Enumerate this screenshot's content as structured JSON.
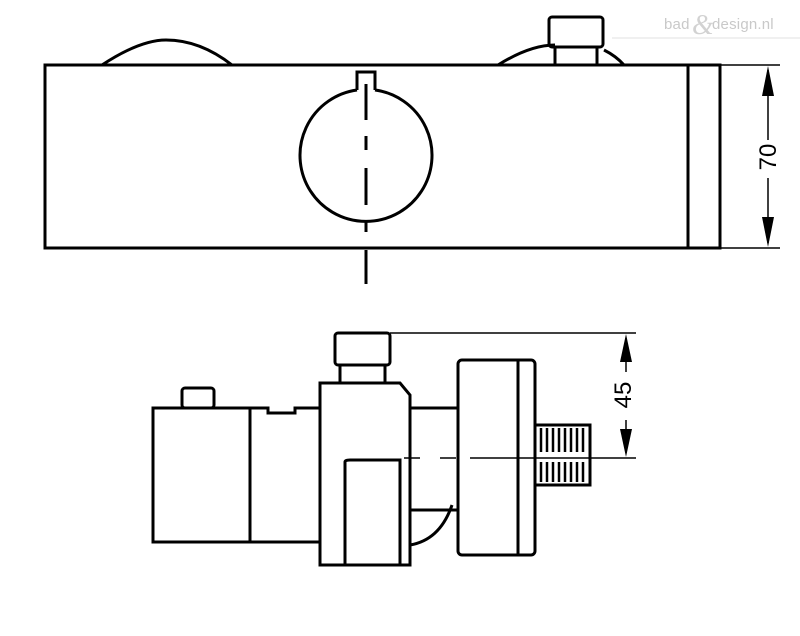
{
  "watermark": {
    "left": "bad",
    "ampersand": "&",
    "right": "design.nl"
  },
  "dimensions": {
    "height_top_view": "70",
    "depth_side_view": "45"
  },
  "colors": {
    "line": "#000000",
    "watermark": "#c9c9c9",
    "background": "#ffffff"
  }
}
